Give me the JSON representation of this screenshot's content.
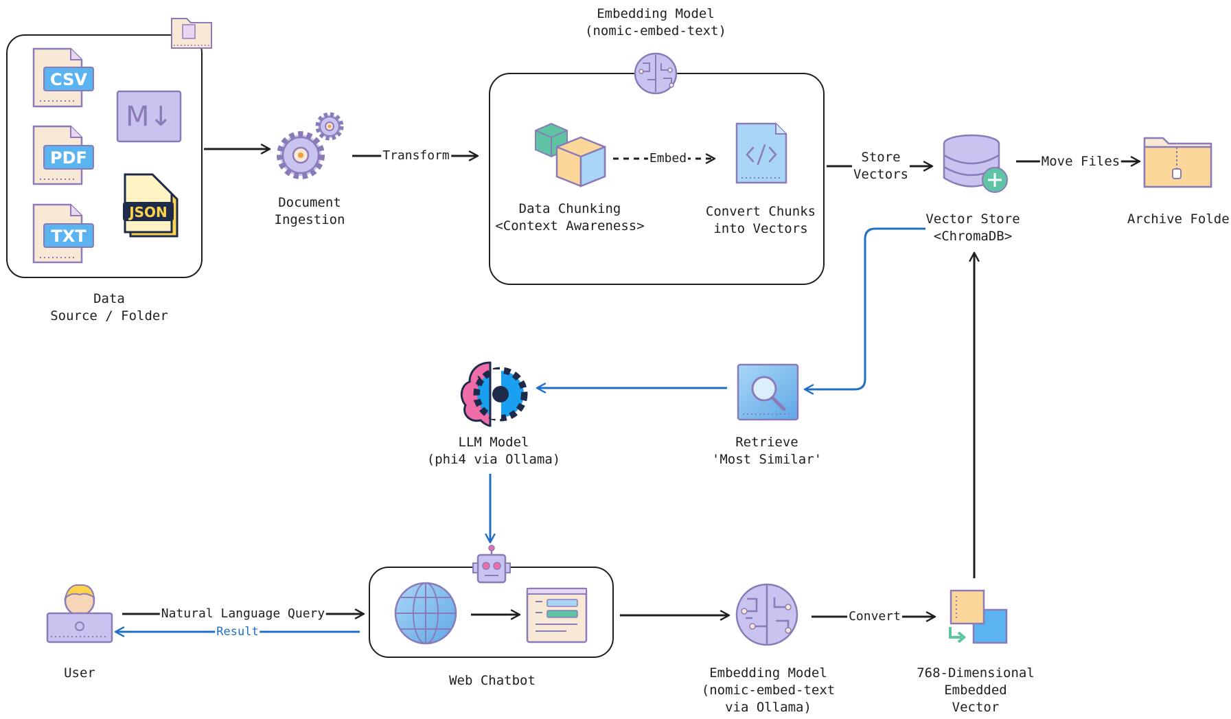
{
  "nodes": {
    "data_source": "Data\nSource / Folder",
    "document_ingestion": "Document\nIngestion",
    "embedding_model_top": "Embedding Model\n(nomic-embed-text)",
    "data_chunking": "Data Chunking\n<Context Awareness>",
    "convert_chunks": "Convert Chunks\ninto Vectors",
    "vector_store": "Vector Store\n<ChromaDB>",
    "archive_folder": "Archive Folder",
    "llm_model": "LLM Model\n(phi4 via Ollama)",
    "retrieve": "Retrieve\n'Most Similar'",
    "user": "User",
    "web_chatbot": "Web Chatbot",
    "embedding_model_bottom": "Embedding Model\n(nomic-embed-text\nvia Ollama)",
    "embedded_vector": "768-Dimensional\nEmbedded\nVector"
  },
  "edges": {
    "transform": "Transform",
    "embed": "Embed",
    "store_vectors": "Store\nVectors",
    "move_files": "Move Files",
    "nl_query": "Natural Language Query",
    "result": "Result",
    "convert": "Convert"
  },
  "file_badges": {
    "csv": "CSV",
    "pdf": "PDF",
    "txt": "TXT",
    "json": "JSON",
    "markdown": "M↓"
  },
  "colors": {
    "ink": "#1e1e1e",
    "blue_arrow": "#1f6fc5",
    "icon_fill": "#c9c3ef",
    "icon_stroke": "#8a7bb8",
    "badge_blue": "#5bb4f0",
    "paper": "#f8e9d6",
    "json_yellow": "#fcd34d",
    "llm_pink": "#f06daa",
    "llm_blue": "#1aa0f0"
  }
}
